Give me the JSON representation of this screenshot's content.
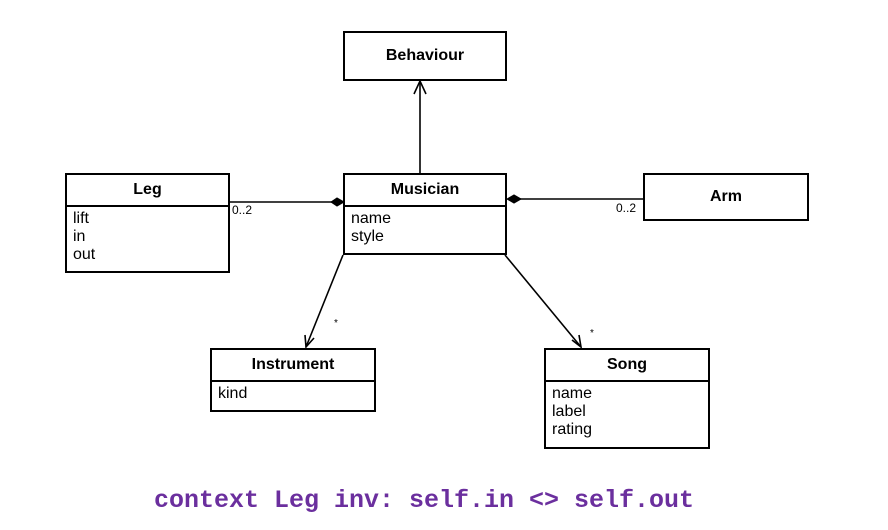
{
  "classes": {
    "behaviour": {
      "name": "Behaviour"
    },
    "musician": {
      "name": "Musician",
      "attributes": [
        "name",
        "style"
      ]
    },
    "leg": {
      "name": "Leg",
      "attributes": [
        "lift",
        "in",
        "out"
      ]
    },
    "arm": {
      "name": "Arm"
    },
    "instrument": {
      "name": "Instrument",
      "attributes": [
        "kind"
      ]
    },
    "song": {
      "name": "Song",
      "attributes": [
        "name",
        "label",
        "rating"
      ]
    }
  },
  "associations": {
    "leg_musician": {
      "multiplicity": "0..2"
    },
    "arm_musician": {
      "multiplicity": "0..2"
    },
    "musician_instrument": {
      "multiplicity": "*"
    },
    "musician_song": {
      "multiplicity": "*"
    }
  },
  "constraint": "context Leg inv: self.in <> self.out",
  "colors": {
    "constraint": "#6b2f9e",
    "lines": "#000000"
  }
}
